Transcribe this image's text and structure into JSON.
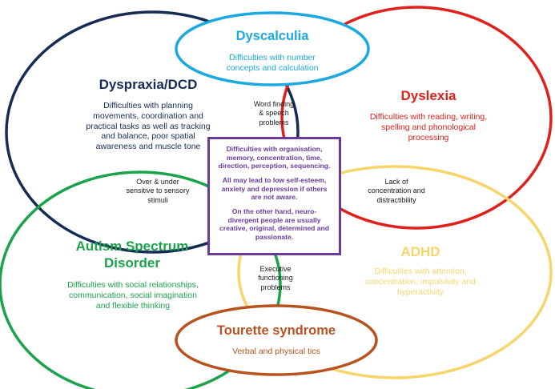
{
  "colors": {
    "dyscalculia": "#1ba9df",
    "dyslexia": "#e0201b",
    "dyspraxia": "#152c57",
    "autism": "#1aa34a",
    "adhd": "#f7d56b",
    "tourette": "#b6531e",
    "overlap": "#6a3a9c"
  },
  "dyscalculia": {
    "title": "Dyscalculia",
    "desc_line1": "Difficulties with number",
    "desc_line2": "concepts and calculation"
  },
  "dyspraxia": {
    "title": "Dyspraxia/DCD",
    "desc_line1": "Difficulties with planning",
    "desc_line2": "movements, coordination and",
    "desc_line3": "practical tasks as well as tracking",
    "desc_line4": "and balance, poor spatial",
    "desc_line5": "awareness and muscle tone"
  },
  "dyslexia": {
    "title": "Dyslexia",
    "desc_line1": "Difficulties with reading, writing,",
    "desc_line2": "spelling and phonological",
    "desc_line3": "processing"
  },
  "autism": {
    "title_line1": "Autism Spectrum",
    "title_line2": "Disorder",
    "desc_line1": "Difficulties with social relationships,",
    "desc_line2": "communication, social imagination",
    "desc_line3": "and flexible thinking"
  },
  "adhd": {
    "title": "ADHD",
    "desc_line1": "Difficulties with attention,",
    "desc_line2": "concentration, impulsivity and",
    "desc_line3": "hyperactivity"
  },
  "tourette": {
    "title": "Tourette syndrome",
    "desc": "Verbal and physical tics"
  },
  "overlaps": {
    "word_finding_line1": "Word finding",
    "word_finding_line2": "& speech",
    "word_finding_line3": "problems",
    "sensory_line1": "Over & under",
    "sensory_line2": "sensitive to sensory",
    "sensory_line3": "stimuli",
    "concentration_line1": "Lack of",
    "concentration_line2": "concentration and",
    "concentration_line3": "distractibility",
    "executive_line1": "Executive",
    "executive_line2": "functioning",
    "executive_line3": "problems"
  },
  "center": {
    "p1_line1": "Difficulties with organisation,",
    "p1_line2": "memory, concentration, time,",
    "p1_line3": "direction, perception, sequencing.",
    "p2_line1": "All may lead to low self-esteem,",
    "p2_line2": "anxiety and depression if others",
    "p2_line3": "are not aware.",
    "p3_line1": "On the other hand, neuro-",
    "p3_line2": "divergent people are usually",
    "p3_line3": "creative, original, determined and",
    "p3_line4": "passionate."
  }
}
